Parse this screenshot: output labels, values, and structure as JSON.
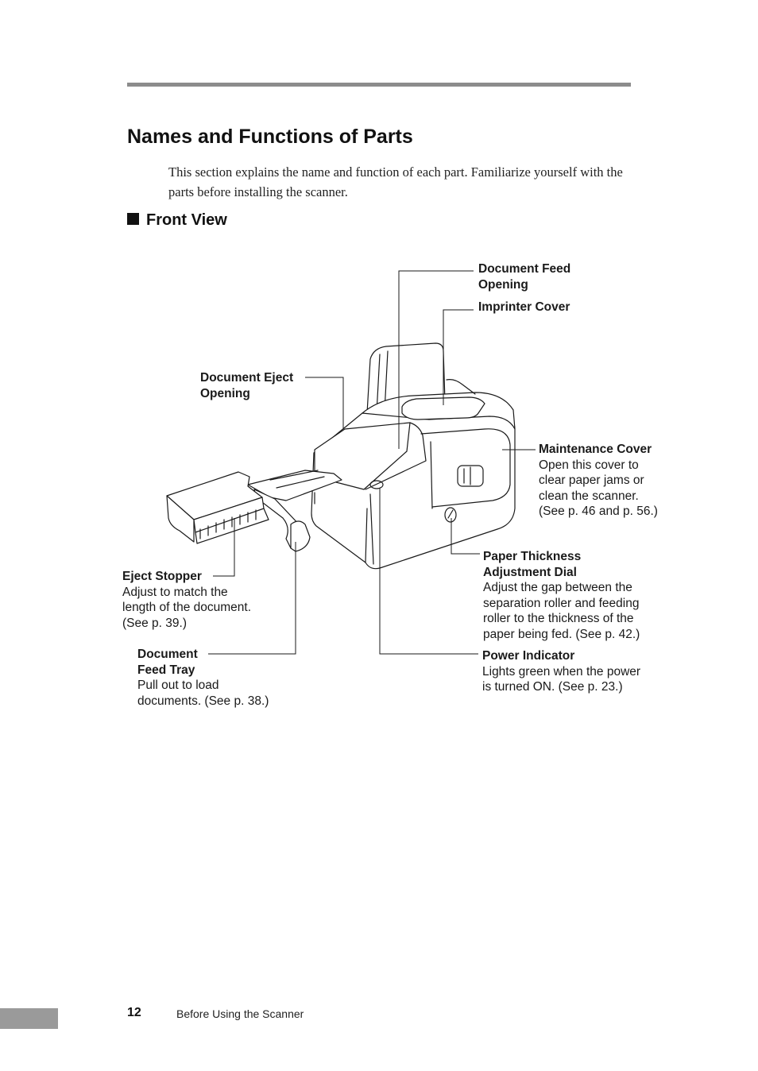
{
  "page_title": "Names and Functions of Parts",
  "intro": "This section explains the name and function of each part. Familiarize yourself with the parts before installing the scanner.",
  "section_heading": "Front View",
  "labels": {
    "document_feed_opening": {
      "name": "Document Feed\nOpening"
    },
    "imprinter_cover": {
      "name": "Imprinter Cover"
    },
    "document_eject_opening": {
      "name": "Document Eject\nOpening"
    },
    "maintenance_cover": {
      "name": "Maintenance Cover",
      "desc": "Open this cover to\nclear paper jams or\nclean the scanner.\n(See p. 46 and p. 56.)"
    },
    "paper_thickness_dial": {
      "name": "Paper Thickness\nAdjustment Dial",
      "desc": "Adjust the gap between the\nseparation roller and feeding\nroller to the thickness of the\npaper being fed. (See p. 42.)"
    },
    "eject_stopper": {
      "name": "Eject Stopper",
      "desc": "Adjust to match the\nlength of the document.\n(See p. 39.)"
    },
    "document_feed_tray": {
      "name": "Document\nFeed Tray",
      "desc": "Pull out to load\ndocuments. (See p. 38.)"
    },
    "power_indicator": {
      "name": "Power Indicator",
      "desc": "Lights green when the power\nis turned ON. (See p. 23.)"
    }
  },
  "footer": {
    "page_number": "12",
    "section": "Before Using the Scanner"
  }
}
